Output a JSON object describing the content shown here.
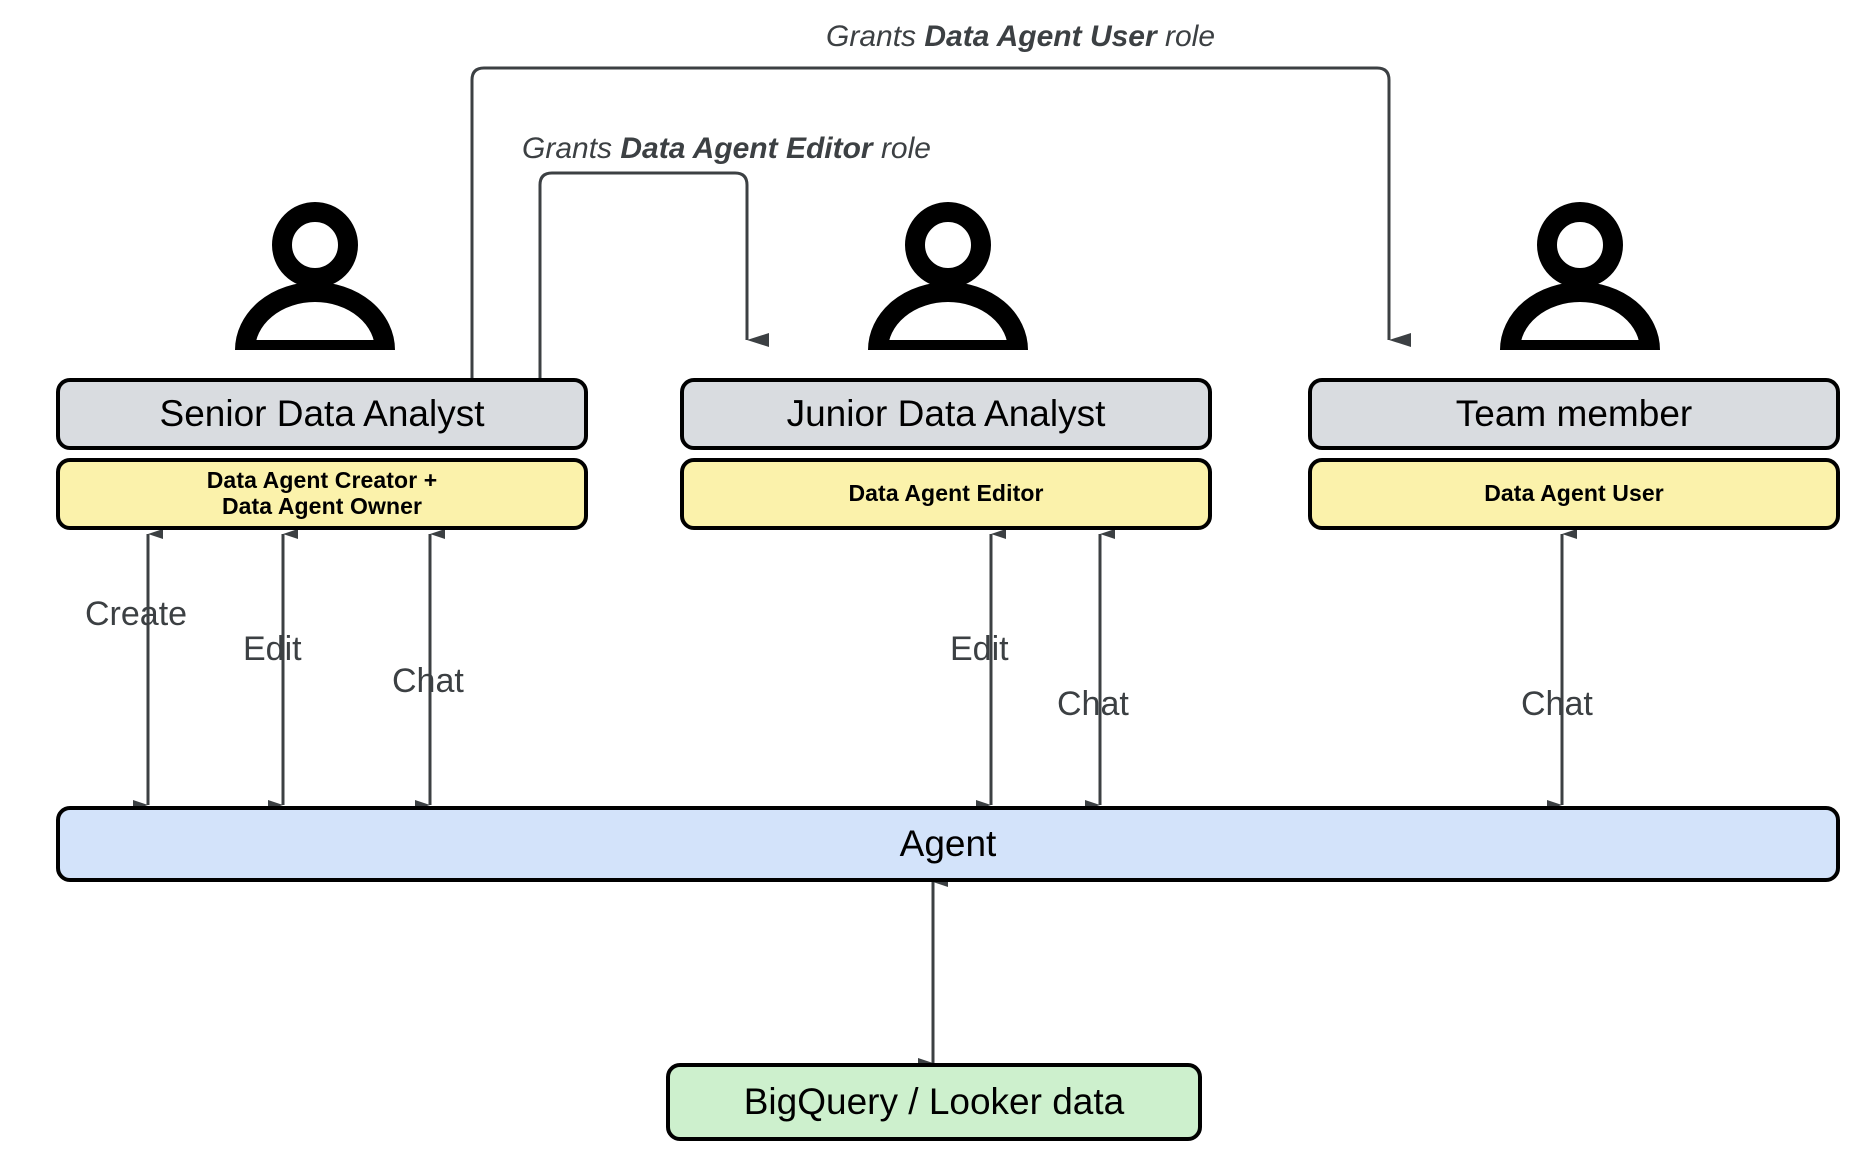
{
  "diagram": {
    "title_absent": true,
    "colors": {
      "role_header_fill": "#d9dce0",
      "role_permission_fill": "#fbf2ab",
      "agent_fill": "#d3e3fa",
      "data_fill": "#cdf0cd",
      "stroke": "#000000",
      "arrow": "#3c4043",
      "text": "#000000",
      "label_text": "#3c4043"
    },
    "personas": [
      {
        "icon": "person-icon",
        "title": "Senior Data Analyst",
        "permission": "Data Agent Creator +\nData Agent Owner",
        "permission_line1": "Data Agent Creator +",
        "permission_line2": "Data Agent Owner",
        "actions": [
          "Create",
          "Edit",
          "Chat"
        ]
      },
      {
        "icon": "person-icon",
        "title": "Junior Data Analyst",
        "permission": "Data Agent Editor",
        "permission_line1": "Data Agent Editor",
        "permission_line2": "",
        "actions": [
          "Edit",
          "Chat"
        ]
      },
      {
        "icon": "person-icon",
        "title": "Team member",
        "permission": "Data Agent User",
        "permission_line1": "Data Agent User",
        "permission_line2": "",
        "actions": [
          "Chat"
        ]
      }
    ],
    "grants": [
      {
        "prefix": "Grants ",
        "role": "Data Agent User",
        "suffix": " role",
        "from": "Senior Data Analyst",
        "to": "Team member"
      },
      {
        "prefix": "Grants ",
        "role": "Data Agent Editor",
        "suffix": " role",
        "from": "Senior Data Analyst",
        "to": "Junior Data Analyst"
      }
    ],
    "agent": {
      "label": "Agent"
    },
    "data_source": {
      "label": "BigQuery / Looker data"
    },
    "action_labels": {
      "create": "Create",
      "edit": "Edit",
      "chat": "Chat"
    }
  }
}
